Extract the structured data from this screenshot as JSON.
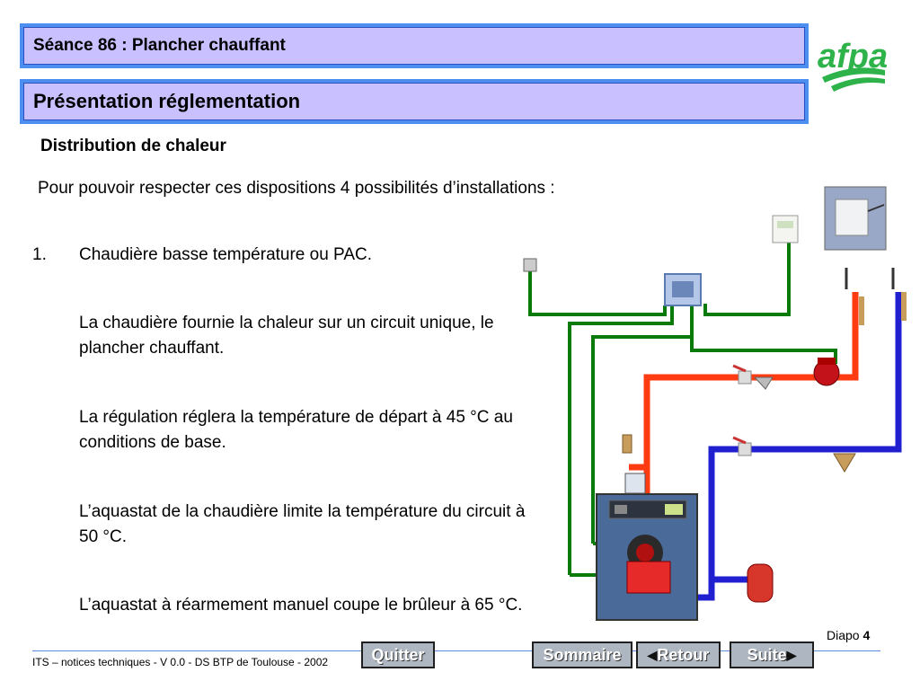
{
  "header": {
    "title": "Séance 86 : Plancher chauffant",
    "subtitle": "Présentation réglementation"
  },
  "content": {
    "section_heading": "Distribution de chaleur",
    "intro": "Pour pouvoir respecter ces dispositions  4 possibilités d’installations :",
    "item_number": "1.",
    "item_text": "Chaudière basse température ou PAC.",
    "paragraphs": [
      "La chaudière fournie la chaleur sur un circuit unique, le plancher chauffant.",
      "La régulation réglera la température de départ à 45 °C au conditions de base.",
      "L’aquastat de la chaudière limite la température du circuit à 50 °C.",
      "L’aquastat à réarmement manuel coupe le brûleur à 65 °C."
    ]
  },
  "footer": {
    "text": "ITS – notices techniques - V 0.0 - DS BTP de Toulouse - 2002",
    "slide_label": "Diapo",
    "slide_number": "4"
  },
  "nav": {
    "quit": "Quitter",
    "summary": "Sommaire",
    "back": "Retour",
    "next": "Suite"
  },
  "logo": {
    "text": "afpa",
    "color": "#2db34a"
  },
  "colors": {
    "title_frame": "#4d8ff0",
    "title_fill": "#c8c0ff",
    "pipe_hot": "#ff3b12",
    "pipe_cold": "#2020d0",
    "wire_control": "#0a7a0a",
    "boiler": "#4a6a9a"
  }
}
